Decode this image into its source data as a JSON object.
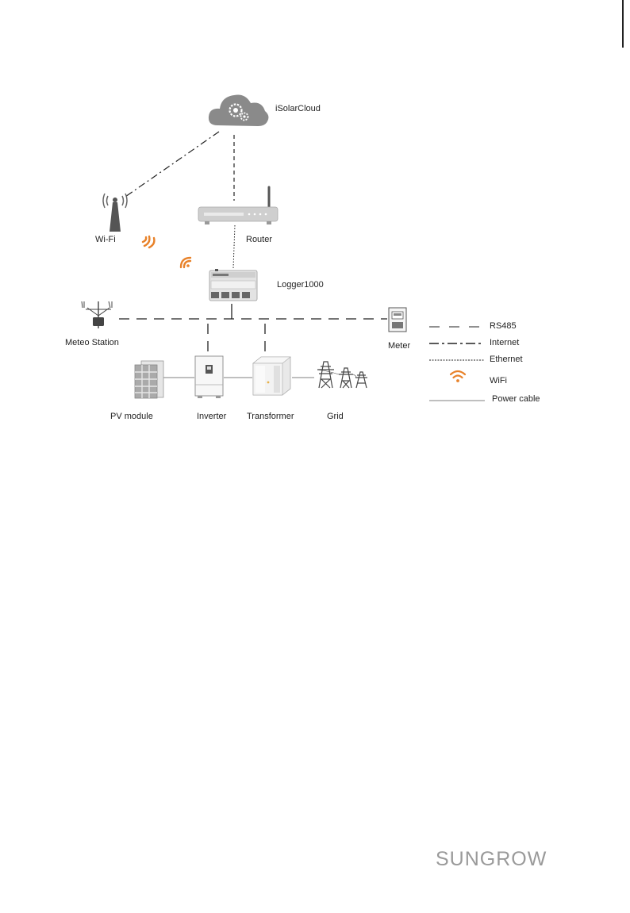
{
  "labels": {
    "cloud": "iSolarCloud",
    "wifi": "Wi-Fi",
    "router": "Router",
    "logger": "Logger1000",
    "meteo": "Meteo Station",
    "meter": "Meter",
    "pv": "PV module",
    "inverter": "Inverter",
    "transformer": "Transformer",
    "grid": "Grid"
  },
  "legend": [
    {
      "label": "RS485",
      "style": "dashed"
    },
    {
      "label": "Internet",
      "style": "dash-dot"
    },
    {
      "label": "Ethernet",
      "style": "dotted"
    },
    {
      "label": "WiFi",
      "style": "wifi-icon"
    },
    {
      "label": "Power cable",
      "style": "solid-thin"
    }
  ],
  "brand": "SUNGROW",
  "colors": {
    "wifi_orange": "#e8822a",
    "cloud_gray": "#8a8a8a",
    "line": "#222222",
    "device_gray": "#d9d9d9"
  }
}
